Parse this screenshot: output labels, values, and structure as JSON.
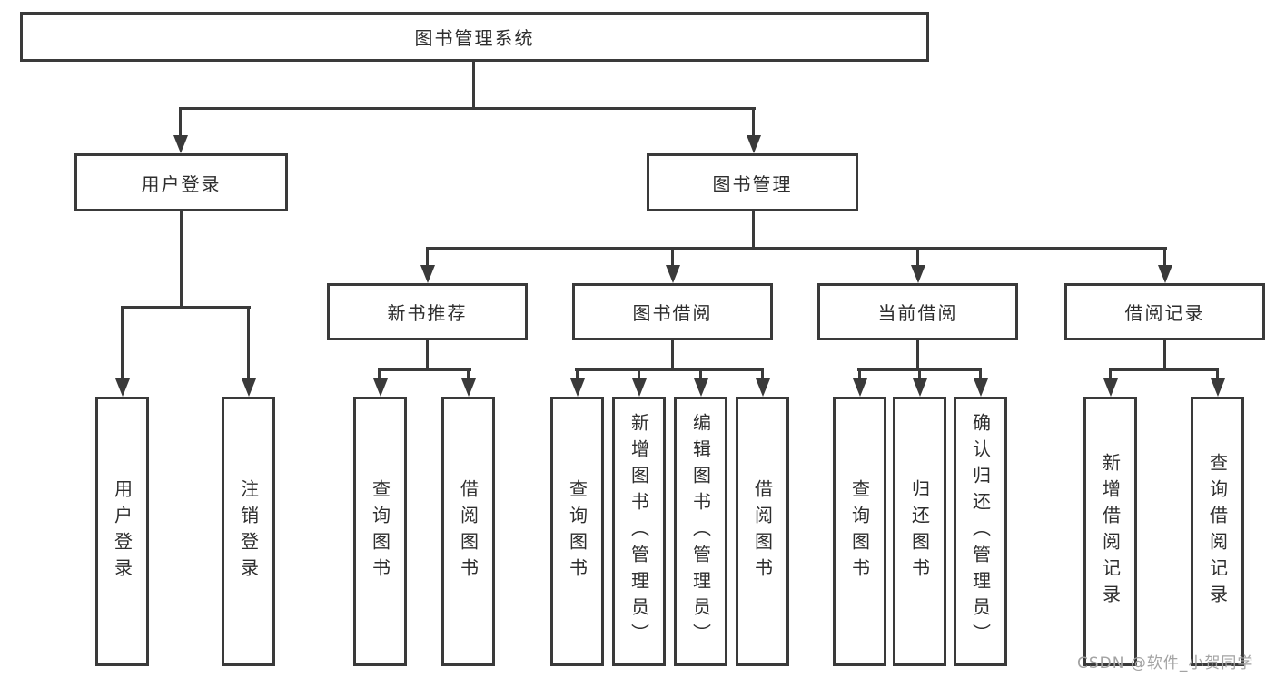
{
  "diagram": {
    "root": {
      "label": "图书管理系统"
    },
    "branches": [
      {
        "label": "用户登录",
        "children": [
          {
            "label": "用户登录"
          },
          {
            "label": "注销登录"
          }
        ]
      },
      {
        "label": "图书管理",
        "children": [
          {
            "label": "新书推荐",
            "children": [
              {
                "label": "查询图书"
              },
              {
                "label": "借阅图书"
              }
            ]
          },
          {
            "label": "图书借阅",
            "children": [
              {
                "label": "查询图书"
              },
              {
                "label": "新增图书（管理员）"
              },
              {
                "label": "编辑图书（管理员）"
              },
              {
                "label": "借阅图书"
              }
            ]
          },
          {
            "label": "当前借阅",
            "children": [
              {
                "label": "查询图书"
              },
              {
                "label": "归还图书"
              },
              {
                "label": "确认归还（管理员）"
              }
            ]
          },
          {
            "label": "借阅记录",
            "children": [
              {
                "label": "新增借阅记录"
              },
              {
                "label": "查询借阅记录"
              }
            ]
          }
        ]
      }
    ],
    "watermark": "CSDN @软件_小贺同学"
  },
  "colors": {
    "line": "#3a3a3a",
    "text": "#2e2e2e",
    "watermark": "#a3a3a3",
    "background": "#ffffff"
  }
}
